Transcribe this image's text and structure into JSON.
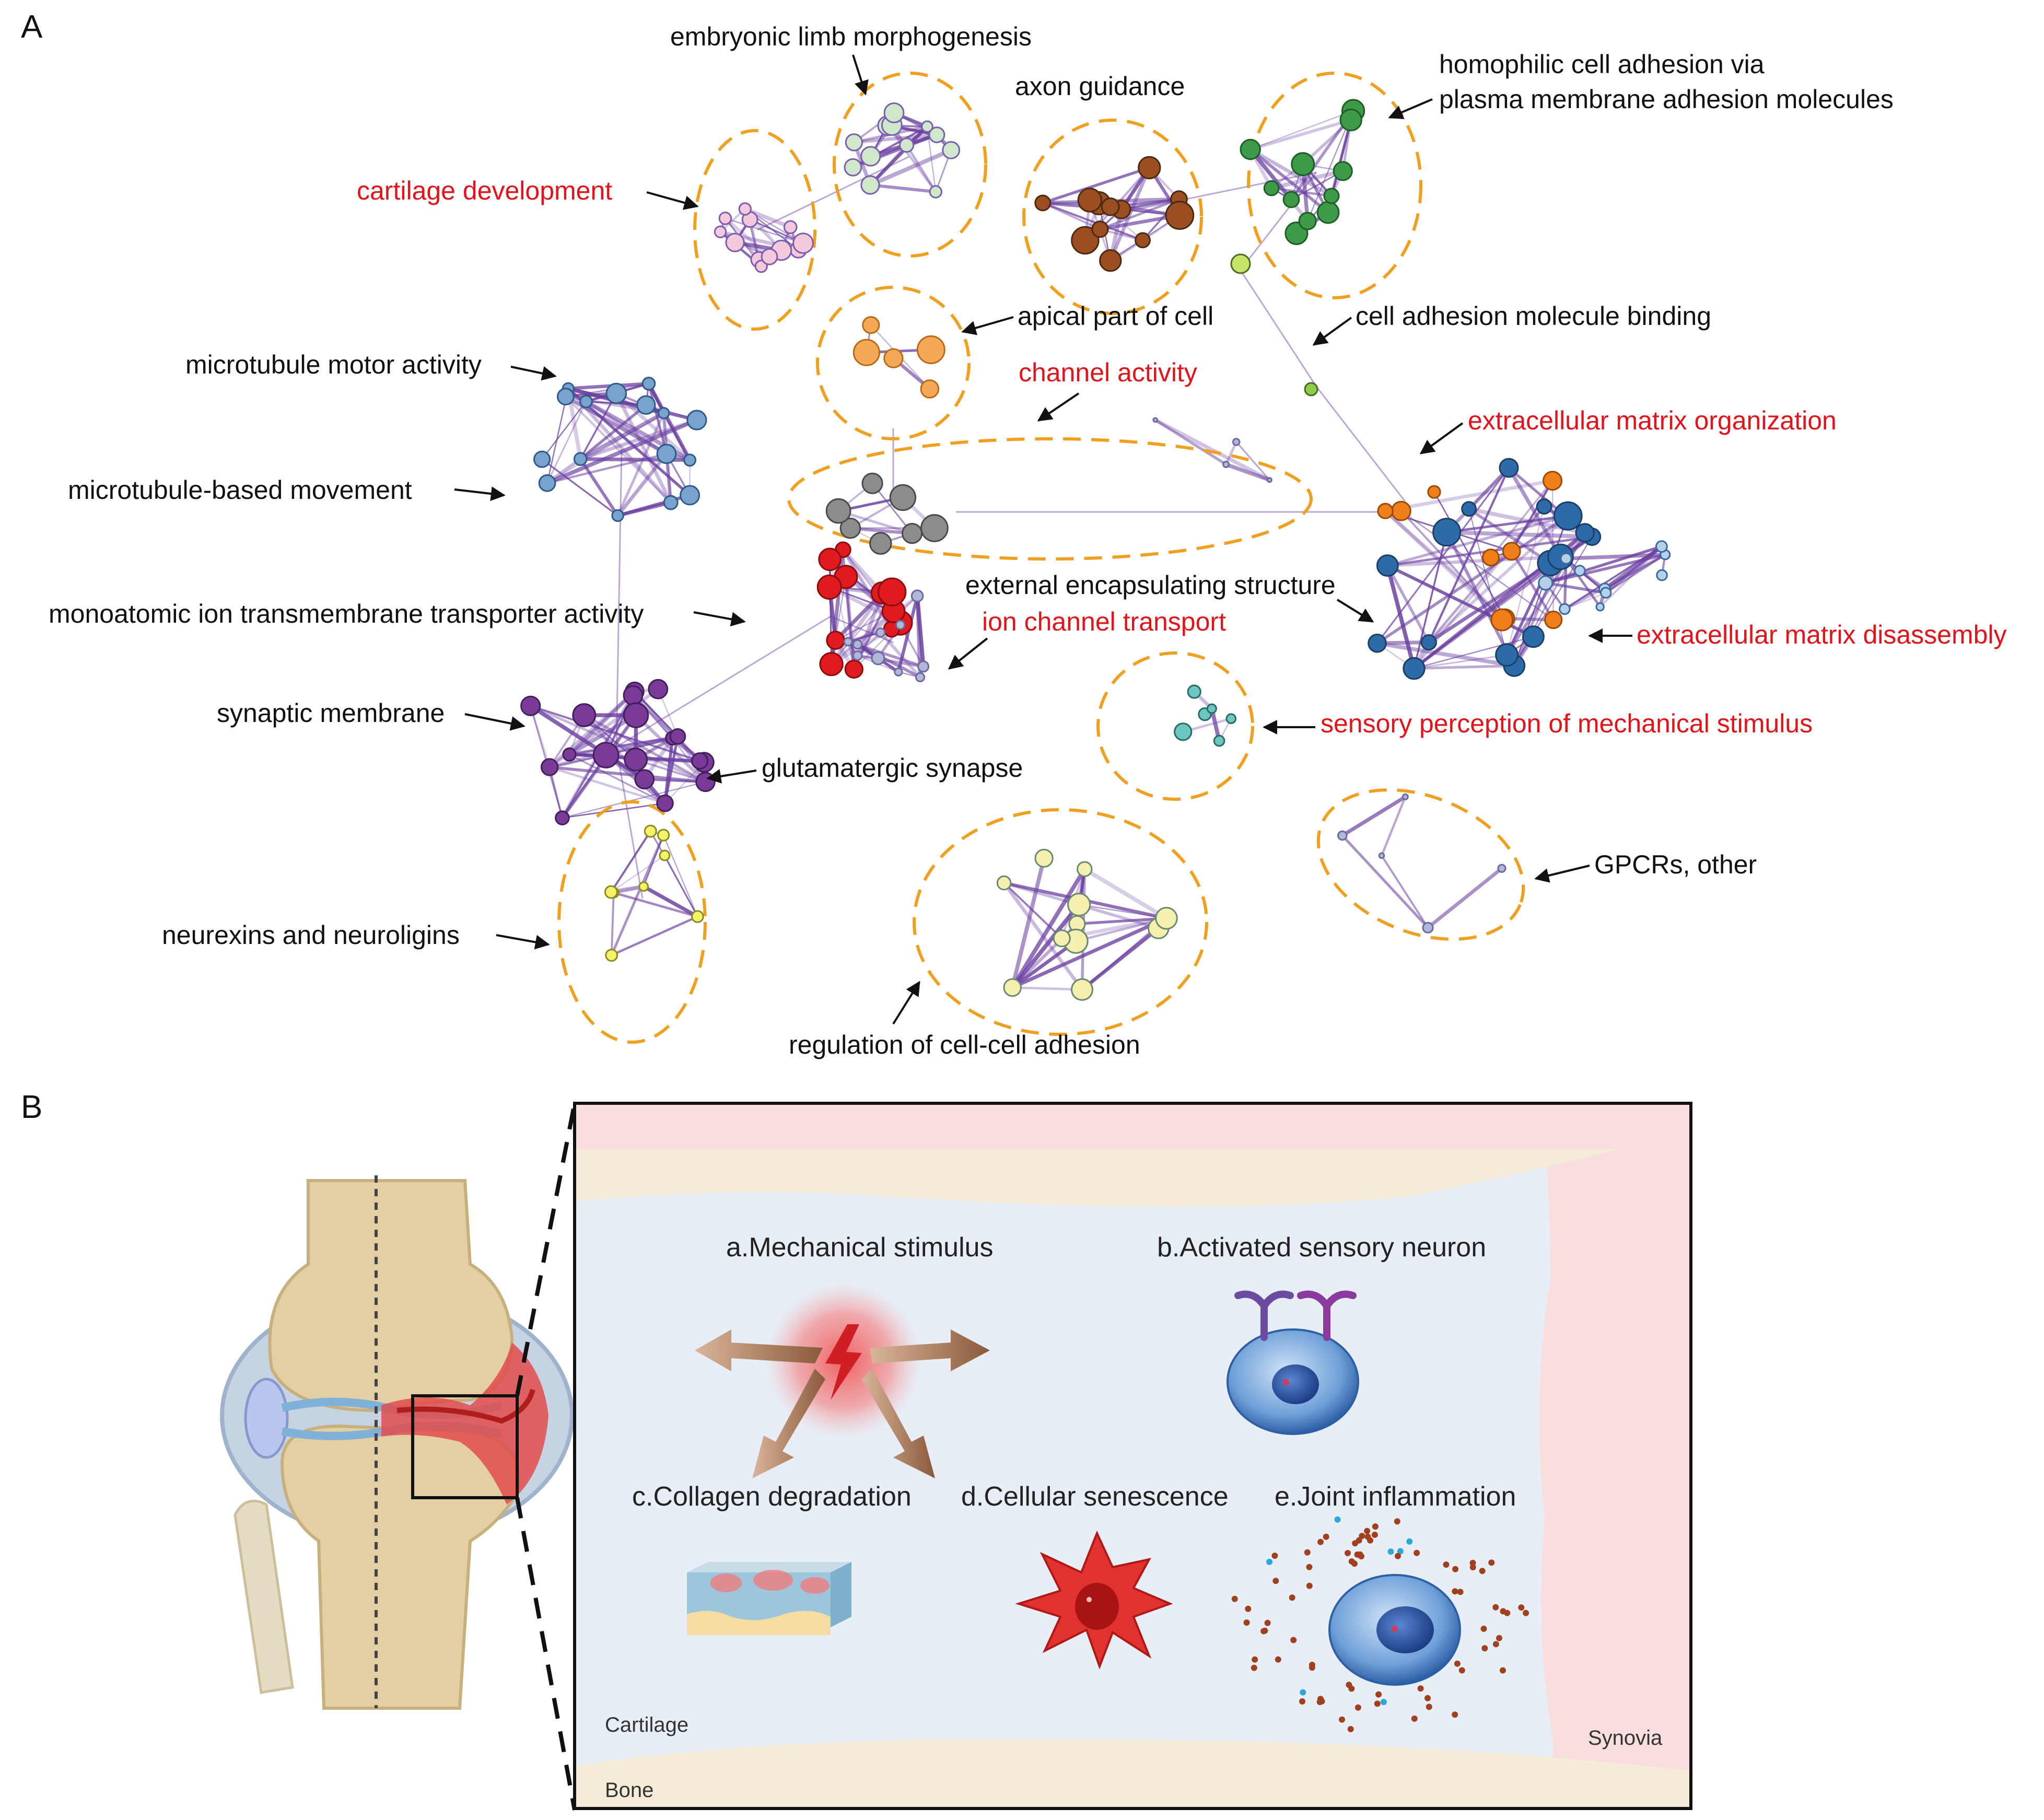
{
  "panel_a": {
    "letter": "A",
    "labels": {
      "embryonic": "embryonic limb morphogenesis",
      "axon": "axon guidance",
      "homophilic_1": "homophilic cell adhesion via",
      "homophilic_2": "plasma membrane adhesion molecules",
      "cartilage": "cartilage development",
      "apical": "apical part of cell",
      "cam_binding": "cell adhesion molecule binding",
      "mt_motor": "microtubule motor activity",
      "channel": "channel activity",
      "ecm_org": "extracellular matrix organization",
      "mt_movement": "microtubule-based movement",
      "external": "external encapsulating structure",
      "monoatomic": "monoatomic ion transmembrane transporter activity",
      "ion_channel": "ion channel transport",
      "ecm_dis": "extracellular matrix disassembly",
      "synaptic": "synaptic membrane",
      "sensory": "sensory perception of mechanical stimulus",
      "glutamatergic": "glutamatergic synapse",
      "gpcrs": "GPCRs, other",
      "neurexins": "neurexins and neuroligins",
      "cell_cell": "regulation of cell-cell adhesion"
    },
    "highlight_color": "#e1141b",
    "edge_color": "#6a3fa0",
    "cluster_outline_color": "#f0a020"
  },
  "panel_b": {
    "letter": "B",
    "items": {
      "a": "a.Mechanical stimulus",
      "b": "b.Activated sensory neuron",
      "c": "c.Collagen degradation",
      "d": "d.Cellular senescence",
      "e": "e.Joint inflammation"
    },
    "regions": {
      "cartilage": "Cartilage",
      "bone": "Bone",
      "synovia": "Synovia"
    },
    "icons": [
      "knee-joint-icon",
      "lightning-icon",
      "neuron-icon",
      "collagen-block-icon",
      "senescent-cell-icon",
      "inflamed-cell-icon"
    ]
  }
}
